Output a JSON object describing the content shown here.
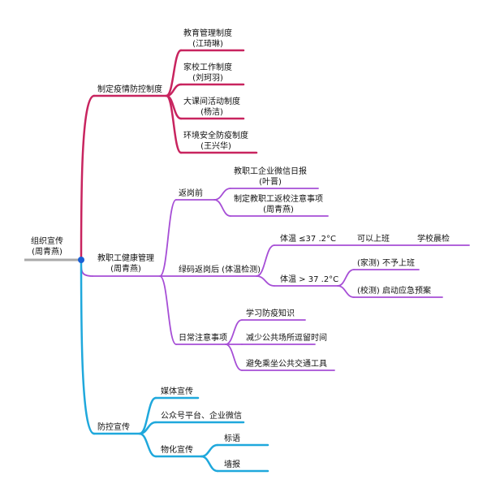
{
  "root": {
    "title": "组织宣传",
    "owner": "(周青燕)"
  },
  "colors": {
    "root_line": "#a9a9a9",
    "hub": "#1a5fd6",
    "red": "#c8245f",
    "purple": "#a64ed6",
    "blue": "#1fa8dc"
  },
  "branch1": {
    "label": "制定疫情防控制度",
    "items": [
      {
        "title": "教育管理制度",
        "owner": "(江琦琳)"
      },
      {
        "title": "家校工作制度",
        "owner": "(刘珂羽)"
      },
      {
        "title": "大课间活动制度",
        "owner": "(杨洁)"
      },
      {
        "title": "环境安全防疫制度",
        "owner": "(王兴华)"
      }
    ]
  },
  "branch2": {
    "label": "教职工健康管理",
    "owner": "(周青燕)",
    "return": {
      "label": "返岗前",
      "items": [
        {
          "title": "教职工企业微信日报",
          "owner": "(叶晋)"
        },
        {
          "title": "制定教职工返校注意事项",
          "owner": "(周青燕)"
        }
      ]
    },
    "green": {
      "label": "绿码返岗后 (体温检测)",
      "low": {
        "label": "体温 ≤37 .2°C",
        "action": "可以上班",
        "next": "学校晨检"
      },
      "high": {
        "label": "体温 > 37 .2°C",
        "actions": [
          "(家测) 不予上班",
          "(校测) 启动应急预案"
        ]
      }
    },
    "daily": {
      "label": "日常注意事项",
      "items": [
        "学习防疫知识",
        "减少公共场所逗留时间",
        "避免乘坐公共交通工具"
      ]
    }
  },
  "branch3": {
    "label": "防控宣传",
    "items": [
      "媒体宣传",
      "公众号平台、企业微信"
    ],
    "physical": {
      "label": "物化宣传",
      "items": [
        "标语",
        "墙报"
      ]
    }
  }
}
